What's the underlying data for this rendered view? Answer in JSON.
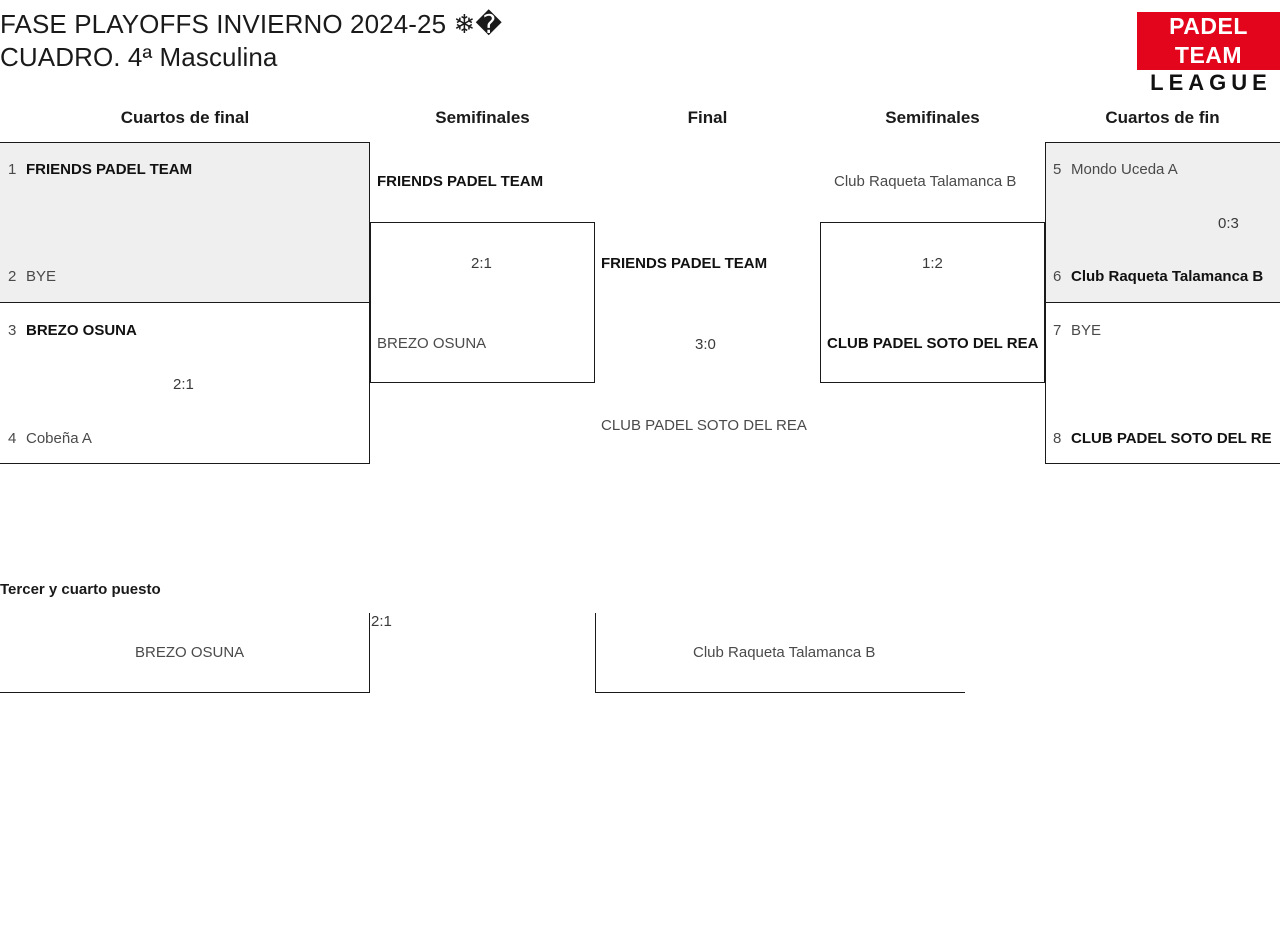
{
  "header": {
    "title": "FASE PLAYOFFS INVIERNO 2024-25 ❄�\nCUADRO. 4ª Masculina",
    "logo_top": "PADEL TEAM",
    "logo_bottom": "LEAGUE",
    "brand_red": "#E3051B"
  },
  "rounds": {
    "qf_left": "Cuartos de final",
    "sf_left": "Semifinales",
    "final": "Final",
    "sf_right": "Semifinales",
    "qf_right": "Cuartos de fin"
  },
  "bracket": {
    "qf1": {
      "top": {
        "seed": "1",
        "team": "FRIENDS PADEL TEAM",
        "winner": true
      },
      "bottom": {
        "seed": "2",
        "team": "BYE",
        "winner": false
      },
      "score": ""
    },
    "qf2": {
      "top": {
        "seed": "3",
        "team": "BREZO OSUNA",
        "winner": true
      },
      "bottom": {
        "seed": "4",
        "team": "Cobeña A",
        "winner": false
      },
      "score": "2:1"
    },
    "qf3": {
      "top": {
        "seed": "5",
        "team": "Mondo Uceda A",
        "winner": false
      },
      "bottom": {
        "seed": "6",
        "team": "Club Raqueta Talamanca B",
        "winner": true
      },
      "score": "0:3"
    },
    "qf4": {
      "top": {
        "seed": "7",
        "team": "BYE",
        "winner": false
      },
      "bottom": {
        "seed": "8",
        "team": "CLUB PADEL SOTO DEL RE",
        "winner": true
      },
      "score": ""
    },
    "sf1": {
      "top": {
        "team": "FRIENDS PADEL TEAM",
        "winner": true
      },
      "bottom": {
        "team": "BREZO OSUNA",
        "winner": false
      },
      "score": "2:1"
    },
    "sf2": {
      "top": {
        "team": "Club Raqueta Talamanca B",
        "winner": false
      },
      "bottom": {
        "team": "CLUB PADEL SOTO DEL REA",
        "winner": true
      },
      "score": "1:2"
    },
    "final_match": {
      "top": {
        "team": "FRIENDS PADEL TEAM",
        "winner": true
      },
      "bottom": {
        "team": "CLUB PADEL SOTO DEL REA",
        "winner": false
      },
      "score": "3:0"
    }
  },
  "consolation": {
    "title": "Tercer y cuarto puesto",
    "left_team": "BREZO OSUNA",
    "right_team": "Club Raqueta Talamanca B",
    "score": "2:1"
  }
}
